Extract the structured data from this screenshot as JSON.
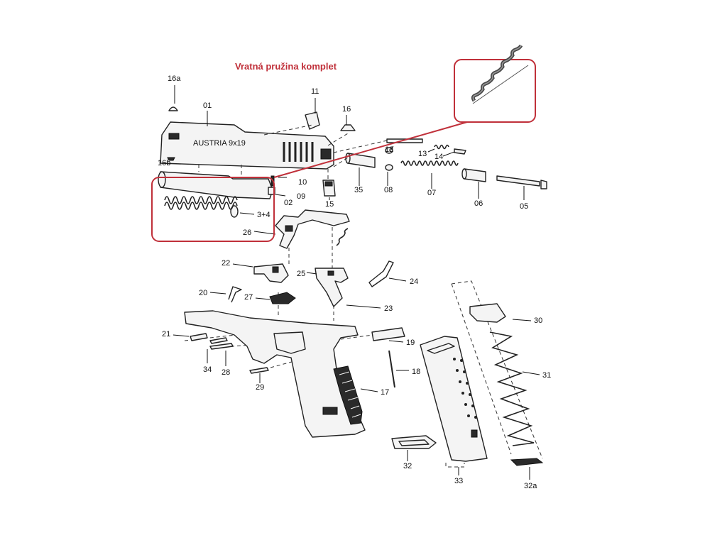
{
  "title": "Vratná pružina komplet",
  "colors": {
    "highlight": "#c0303a",
    "ink": "#111111",
    "paper": "#ffffff"
  },
  "labels": {
    "p16a": "16a",
    "p01": "01",
    "p11": "11",
    "p16": "16",
    "p16b": "16b",
    "p12": "12",
    "p13": "13",
    "p14": "14",
    "p10": "10",
    "p35": "35",
    "p08": "08",
    "p07": "07",
    "p06": "06",
    "p05": "05",
    "p09": "09",
    "p02": "02",
    "p15": "15",
    "p34a": "3+4",
    "p26": "26",
    "p22": "22",
    "p25": "25",
    "p24": "24",
    "p20": "20",
    "p27": "27",
    "p23": "23",
    "p30": "30",
    "p21": "21",
    "p19": "19",
    "p31": "31",
    "p34": "34",
    "p28": "28",
    "p18": "18",
    "p29": "29",
    "p17": "17",
    "p32": "32",
    "p33": "33",
    "p32a": "32a"
  },
  "engravings": {
    "maker": "AUSTRIA",
    "caliber": "9x19"
  }
}
